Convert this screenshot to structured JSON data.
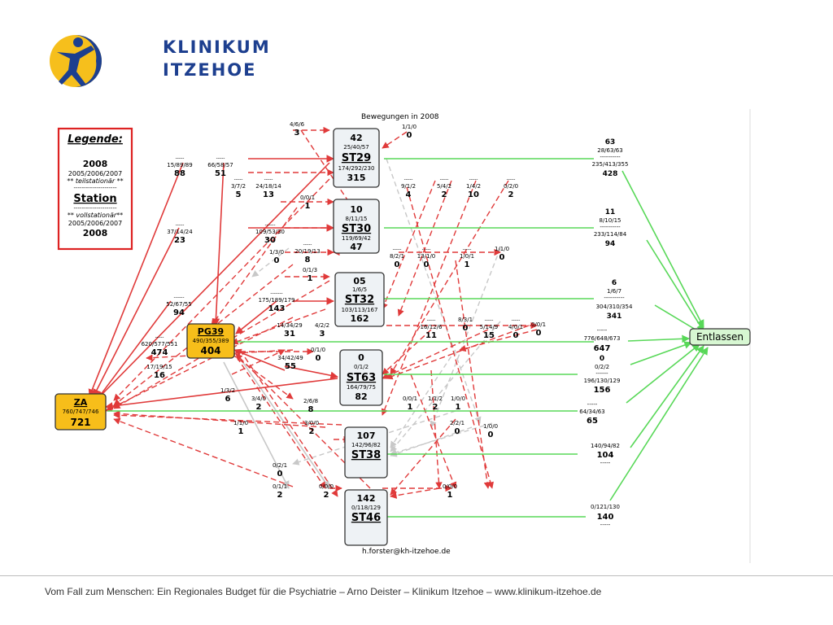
{
  "logo": {
    "line1": "KLINIKUM",
    "line2": "ITZEHOE"
  },
  "diagram": {
    "header": "Bewegungen  in 2008",
    "credit": "h.forster@kh-itzehoe.de",
    "legend": {
      "title": "Legende:",
      "l1": "2008",
      "l2": "2005/2006/2007",
      "l3": "** teilstationär **",
      "dash": "---------------------",
      "station": "Station",
      "l5": "** vollstationär**",
      "l6": "2005/2006/2007",
      "l7": "2008"
    },
    "nodes": {
      "st29": {
        "top": "42",
        "sub": "25/40/57",
        "name": "ST29",
        "sub2": "174/292/230",
        "bottom": "315"
      },
      "st30": {
        "top": "10",
        "sub": "8/11/15",
        "name": "ST30",
        "sub2": "119/69/42",
        "bottom": "47"
      },
      "st32": {
        "top": "05",
        "sub": "1/6/5",
        "name": "ST32",
        "sub2": "103/113/167",
        "bottom": "162"
      },
      "st63": {
        "top": "0",
        "sub": "0/1/2",
        "name": "ST63",
        "sub2": "164/79/75",
        "bottom": "82"
      },
      "st38": {
        "top": "107",
        "sub": "142/96/82",
        "name": "ST38"
      },
      "st46": {
        "top": "142",
        "sub": "0/118/129",
        "name": "ST46"
      },
      "pg39": {
        "name": "PG39",
        "sub": "490/355/389",
        "bottom": "404"
      },
      "za": {
        "name": "ZA",
        "sub": "760/747/746",
        "bottom": "721"
      },
      "exit": {
        "name": "Entlassen"
      }
    },
    "right_labels": {
      "r29": {
        "a": "63",
        "b": "28/63/63",
        "c": "----------",
        "d": "235/413/355",
        "e": "428"
      },
      "r30": {
        "a": "11",
        "b": "8/10/15",
        "c": "----------",
        "d": "233/114/84",
        "e": "94"
      },
      "r32": {
        "a": "6",
        "b": "1/6/7",
        "c": "----------",
        "d": "304/310/354",
        "e": "341"
      },
      "rpg": {
        "a": "-----",
        "b": "776/648/673",
        "c": "647"
      },
      "r63": {
        "a": "0",
        "b": "0/2/2",
        "c": "------",
        "d": "196/130/129",
        "e": "156"
      },
      "rza": {
        "a": "-----",
        "b": "64/34/63",
        "c": "65"
      },
      "r38": {
        "a": "140/94/82",
        "b": "104",
        "c": "-----"
      },
      "r46": {
        "a": "0/121/130",
        "b": "140",
        "c": "-----"
      }
    },
    "flow_labels": [
      {
        "s": "4/6/6",
        "v": "3"
      },
      {
        "s": "1/1/0",
        "v": "0"
      },
      {
        "d": "-----",
        "s": "15/89/89",
        "v": "88"
      },
      {
        "d": "-----",
        "s": "66/58/57",
        "v": "51"
      },
      {
        "d": "-----",
        "s": "3/7/2",
        "v": "5"
      },
      {
        "d": "-----",
        "s": "24/18/14",
        "v": "13"
      },
      {
        "d": "-----",
        "s": "9/1/2",
        "v": "4"
      },
      {
        "d": "-----",
        "s": "5/4/2",
        "v": "2"
      },
      {
        "d": "-----",
        "s": "1/4/2",
        "v": "10"
      },
      {
        "d": "-----",
        "s": "0/2/0",
        "v": "2"
      },
      {
        "s": "0/0/1",
        "v": "1"
      },
      {
        "d": "-----",
        "s": "37/14/24",
        "v": "23"
      },
      {
        "d": "------",
        "s": "109/53/30",
        "v": "30"
      },
      {
        "s": "1/3/0",
        "v": "0"
      },
      {
        "d": "-----",
        "s": "20/19/13",
        "v": "8"
      },
      {
        "d": "-----",
        "s": "8/2/1",
        "v": "0"
      },
      {
        "d": "-----",
        "s": "13/1/0",
        "v": "0"
      },
      {
        "d": "-----",
        "s": "1/0/1",
        "v": "1"
      },
      {
        "s": "1/1/0",
        "v": "0"
      },
      {
        "s": "0/1/3",
        "v": "1"
      },
      {
        "d": "------",
        "s": "52/67/55",
        "v": "94"
      },
      {
        "d": "-------",
        "s": "175/189/179",
        "v": "143"
      },
      {
        "s": "14/34/29",
        "v": "31"
      },
      {
        "s": "4/2/2",
        "v": "3"
      },
      {
        "d": "-----",
        "s": "16/12/6",
        "v": "11"
      },
      {
        "s": "8/3/1",
        "v": "0"
      },
      {
        "d": "-----",
        "s": "5/14/9",
        "v": "15"
      },
      {
        "d": "-----",
        "s": "4/0/1",
        "v": "0"
      },
      {
        "s": "0/0/1",
        "v": "0"
      },
      {
        "d": "-----",
        "s": "620/577/551",
        "v": "474"
      },
      {
        "s": "17/19/15",
        "v": "16"
      },
      {
        "s": "0/1/0",
        "v": "0"
      },
      {
        "s": "34/42/49",
        "v": "55"
      },
      {
        "s": "1/3/2",
        "v": "6"
      },
      {
        "s": "3/4/0",
        "v": "2"
      },
      {
        "s": "2/6/8",
        "v": "8"
      },
      {
        "s": "0/0/1",
        "v": "1"
      },
      {
        "s": "1/1/2",
        "v": "2"
      },
      {
        "s": "1/0/0",
        "v": "1"
      },
      {
        "s": "1/1/0",
        "v": "1"
      },
      {
        "s": "3/0/0",
        "v": "2"
      },
      {
        "s": "2/2/1",
        "v": "0"
      },
      {
        "s": "1/0/0",
        "v": "0"
      },
      {
        "s": "0/2/1",
        "v": "0"
      },
      {
        "s": "0/1/1",
        "v": "2"
      },
      {
        "s": "0/0/0",
        "v": "2"
      },
      {
        "s": "0/0/0",
        "v": "1"
      }
    ]
  },
  "footer": {
    "text": "Vom Fall zum Menschen: Ein Regionales Budget für die Psychiatrie  – Arno Deister – Klinikum Itzehoe – www.klinikum-itzehoe.de"
  },
  "colors": {
    "red": "#e03a3a",
    "green": "#58d858",
    "grey": "#c8c8c8",
    "station_fill": "#eef2f5",
    "orange": "#f7be1a",
    "exit_fill": "#d7f7d2",
    "logo_blue": "#1d3f8f",
    "logo_yellow": "#f6bf1c"
  }
}
